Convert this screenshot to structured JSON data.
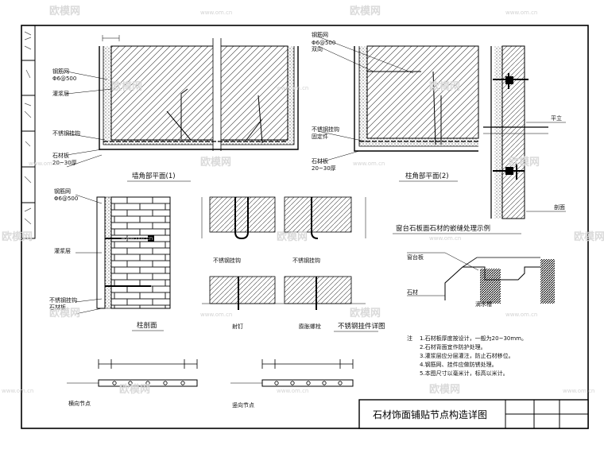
{
  "watermarks": {
    "brand": "欧模网",
    "site": "www.om.cn"
  },
  "title_block": {
    "title": "石材饰面铺贴节点构造详图"
  },
  "side_strip": [
    "",
    "",
    "",
    "",
    "",
    ""
  ],
  "views": {
    "wall_corner_plan": {
      "caption": "墙角部平面(1)"
    },
    "column_plan": {
      "caption": "柱角部平面(2)"
    },
    "column_section": {
      "caption": "柱剖面"
    },
    "anchor_detail": {
      "caption": "不锈钢挂件详图"
    },
    "side_section": {
      "label_top": "平立",
      "label_bottom": "剖面"
    },
    "window_sill": {
      "caption": "窗台石板面石材的嵌缝处理示例"
    }
  },
  "anchors": {
    "hook_left": "不锈钢挂钩",
    "hook_right": "不锈钢挂钩",
    "nail": "射钉",
    "expansion": "膨胀螺栓"
  },
  "notes": {
    "head": "注",
    "lines": [
      "1.石材板厚度按设计，一般为20~30mm。",
      "2.石材背面宜作防护处理。",
      "3.灌浆层应分层灌注，防止石材移位。",
      "4.钢筋网、挂件应做防锈处理。",
      "5.本图尺寸以毫米计，标高以米计。"
    ]
  },
  "dimension_views": {
    "left": "横向节点",
    "right": "竖向节点"
  },
  "window_labels": {
    "upper": "窗台板",
    "mid": "石材",
    "right": "滴水槽"
  }
}
